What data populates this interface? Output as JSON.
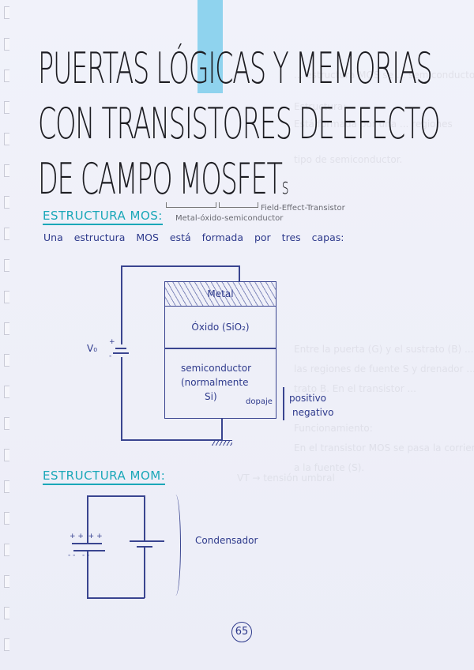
{
  "page": {
    "title_lines": [
      "PUERTAS LÓGICAS Y MEMORIAS",
      "CON TRANSISTORES DE EFECTO",
      "DE CAMPO MOSFET"
    ],
    "title_suffix": "s",
    "abbreviation_notes": {
      "mos": "Metal-óxido-semiconductor",
      "fet": "Field-Effect-Transistor"
    },
    "page_number": "65",
    "colors": {
      "heading": "#1aa7b8",
      "pen": "#2e3a8c",
      "title_ink": "#1d1d22",
      "tab_marker": "#8fd3ee",
      "paper": "#eeeff8"
    }
  },
  "section_mos": {
    "heading": "ESTRUCTURA MOS:",
    "intro": "Una estructura MOS está formada por tres capas:",
    "diagram": {
      "voltage_label": "V₀",
      "battery_plus": "+",
      "battery_minus": "-",
      "layers": [
        {
          "name": "metal",
          "label": "Metal"
        },
        {
          "name": "oxide",
          "label": "Óxido (SiO₂)"
        },
        {
          "name": "semiconductor",
          "label_lines": [
            "semiconductor",
            "(normalmente",
            "Si)"
          ]
        }
      ],
      "doping_label": "dopaje",
      "doping_options": [
        "positivo",
        "negativo"
      ]
    }
  },
  "section_mom": {
    "heading": "ESTRUCTURA MOM:",
    "diagram": {
      "plate_top_charges": "+ +  + +",
      "plate_bottom_charges": "- -   - -",
      "brace_label": "Condensador"
    }
  },
  "bleed_through": [
    "... estructura MOS se ... semiconductor",
    "Estructura:",
    "Está formada por una ... regiones",
    "tipo de semiconductor.",
    "Entre la puerta (G) y el sustrato (B) ...",
    "las regiones de fuente S y drenador ...",
    "trato B. En el transistor ...",
    "Funcionamiento:",
    "En el transistor MOS se pasa la corriente eléctrica del drenador (D)",
    "a la fuente (S).",
    "VT → tensión umbral"
  ]
}
